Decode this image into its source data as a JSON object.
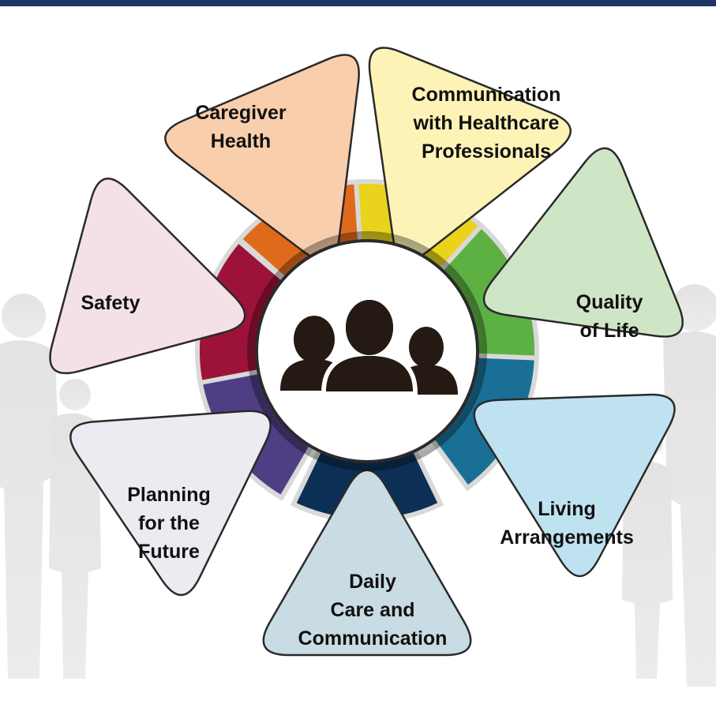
{
  "diagram": {
    "segments": [
      {
        "id": "caregiver-health",
        "lines": [
          "Caregiver",
          "Health"
        ],
        "fill": "#f9ceac",
        "wedge": "#e06a1b"
      },
      {
        "id": "communication",
        "lines": [
          "Communication",
          "with Healthcare",
          "Professionals"
        ],
        "fill": "#fdf3b6",
        "wedge": "#e9d31c"
      },
      {
        "id": "quality-of-life",
        "lines": [
          "Quality",
          "of Life"
        ],
        "fill": "#cfe6c6",
        "wedge": "#5db042"
      },
      {
        "id": "living-arrangements",
        "lines": [
          "Living",
          "Arrangements"
        ],
        "fill": "#bfe2f1",
        "wedge": "#1a6f96"
      },
      {
        "id": "daily-care",
        "lines": [
          "Daily",
          "Care and",
          "Communication"
        ],
        "fill": "#c9dbe3",
        "wedge": "#0c2f55"
      },
      {
        "id": "planning",
        "lines": [
          "Planning",
          "for the",
          "Future"
        ],
        "fill": "#ecebf1",
        "wedge": "#4f3e84"
      },
      {
        "id": "safety",
        "lines": [
          "Safety"
        ],
        "fill": "#f4e1e8",
        "wedge": "#9d1238"
      }
    ],
    "center_icon": "people-group-icon",
    "colors": {
      "top_bar": "#1f3565",
      "outline": "#2a2a2a",
      "icon": "#241a13",
      "silhouettes": "#d8d8d8"
    }
  }
}
